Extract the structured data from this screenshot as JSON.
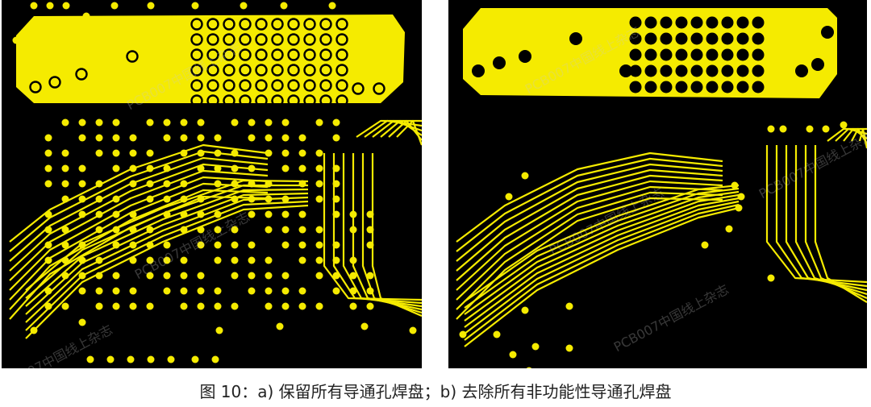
{
  "caption": "图 10：a) 保留所有导通孔焊盘；b) 去除所有非功能性导通孔焊盘",
  "watermark": "PCB007中国线上杂志",
  "colors": {
    "background": "#000000",
    "copper": "#f5eb00",
    "page": "#ffffff"
  },
  "panels": [
    {
      "id": "a",
      "description_key": "保留所有导通孔焊盘"
    },
    {
      "id": "b",
      "description_key": "去除所有非功能性导通孔焊盘"
    }
  ]
}
